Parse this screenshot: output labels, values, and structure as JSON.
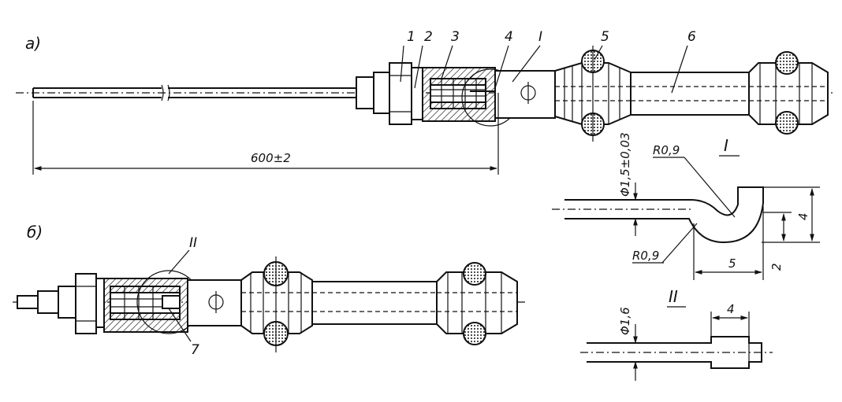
{
  "views": {
    "a": {
      "label": "а)"
    },
    "b": {
      "label": "б)"
    }
  },
  "callouts": {
    "c1": "1",
    "c2": "2",
    "c3": "3",
    "c4": "4",
    "cI": "I",
    "c5": "5",
    "c6": "6",
    "c7": "7",
    "cII": "II"
  },
  "dimensions": {
    "overall_length": "600±2",
    "detail_I_title": "I",
    "detail_I_radius_top": "R0,9",
    "detail_I_radius_bottom": "R0,9",
    "detail_I_diameter": "Φ1,5±0,03",
    "detail_I_width": "5",
    "detail_I_height_total": "4",
    "detail_I_height_hook": "2",
    "detail_II_title": "II",
    "detail_II_diameter": "Φ1,6",
    "detail_II_length": "4"
  }
}
